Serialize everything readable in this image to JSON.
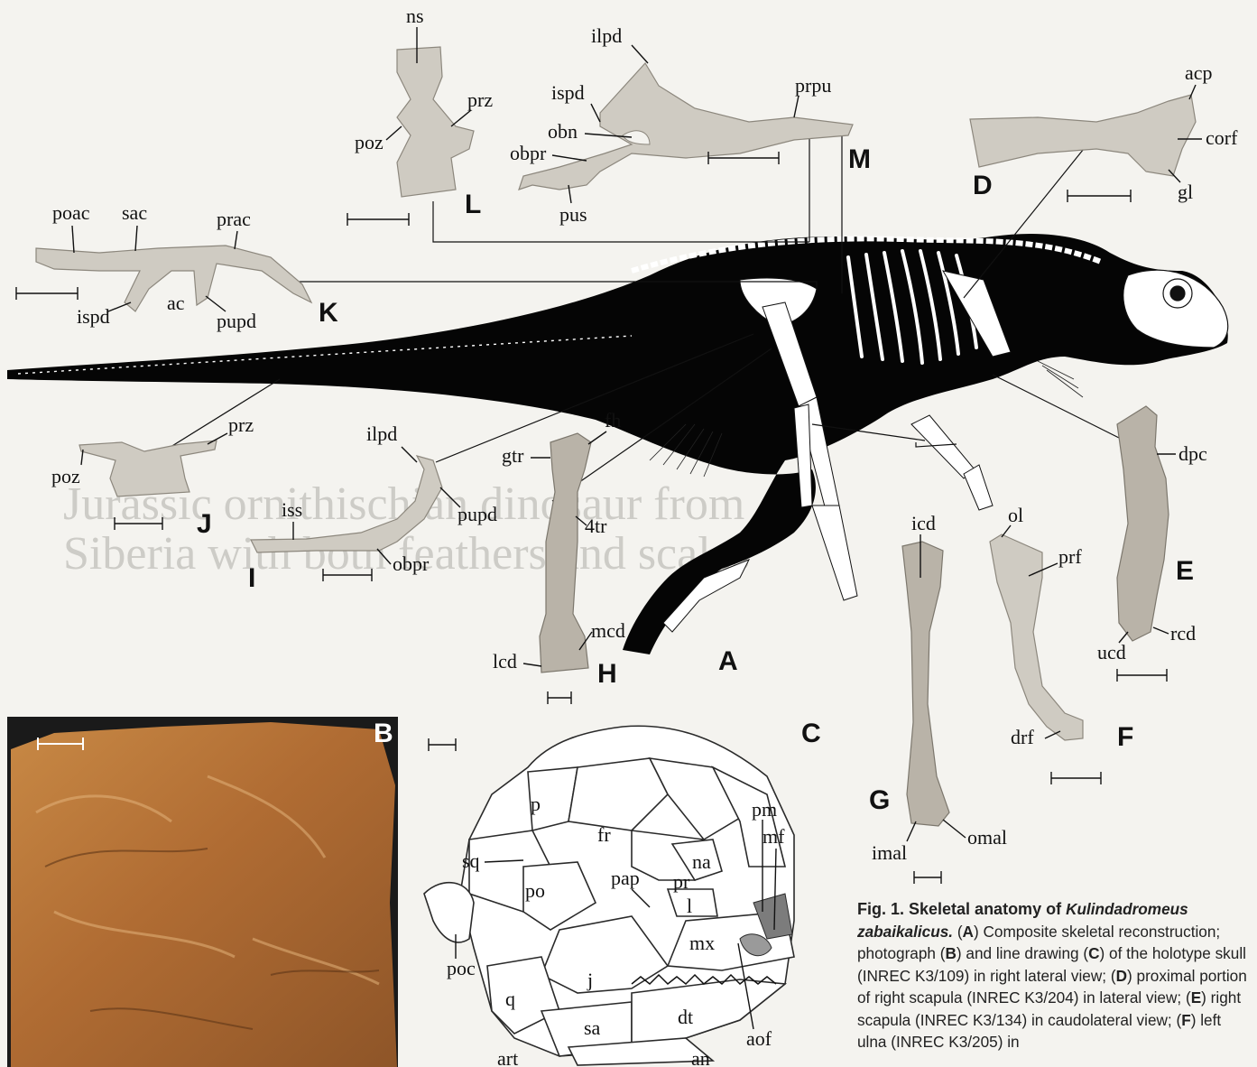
{
  "background_text": {
    "headline_1": "Jurassic ornithischian dinosaur from",
    "headline_2": "Siberia with both feathers and scales"
  },
  "panels": {
    "A": "A",
    "B": "B",
    "C": "C",
    "D": "D",
    "E": "E",
    "F": "F",
    "G": "G",
    "H": "H",
    "I": "I",
    "J": "J",
    "K": "K",
    "L": "L",
    "M": "M"
  },
  "labels": {
    "L": {
      "ns": "ns",
      "prz": "prz",
      "poz": "poz"
    },
    "M": {
      "ilpd": "ilpd",
      "ispd": "ispd",
      "prpu": "prpu",
      "obn": "obn",
      "obpr": "obpr",
      "pus": "pus"
    },
    "D": {
      "acp": "acp",
      "corf": "corf",
      "gl": "gl"
    },
    "K": {
      "poac": "poac",
      "sac": "sac",
      "prac": "prac",
      "ispd": "ispd",
      "ac": "ac",
      "pupd": "pupd"
    },
    "J": {
      "prz": "prz",
      "poz": "poz"
    },
    "I": {
      "ilpd": "ilpd",
      "pupd": "pupd",
      "iss": "iss",
      "obpr": "obpr"
    },
    "H": {
      "fh": "fh",
      "gtr": "gtr",
      "4tr": "4tr",
      "mcd": "mcd",
      "lcd": "lcd"
    },
    "E": {
      "dpc": "dpc",
      "rcd": "rcd",
      "ucd": "ucd"
    },
    "F": {
      "ol": "ol",
      "prf": "prf",
      "drf": "drf"
    },
    "G": {
      "icd": "icd",
      "imal": "imal",
      "omal": "omal"
    },
    "C": {
      "p": "p",
      "fr": "fr",
      "pm": "pm",
      "mf": "mf",
      "sq": "sq",
      "na": "na",
      "po": "po",
      "pap": "pap",
      "pr": "pr",
      "l": "l",
      "poc": "poc",
      "mx": "mx",
      "j": "j",
      "q": "q",
      "sa": "sa",
      "dt": "dt",
      "art": "art",
      "an": "an",
      "aof": "aof"
    }
  },
  "caption": {
    "title": "Fig. 1. Skeletal anatomy of ",
    "species": "Kulindadromeus zabaikalicus.",
    "parts": [
      {
        "k": "A",
        "t": " Composite skeletal reconstruction; photograph "
      },
      {
        "k": "B",
        "t": " and line drawing "
      },
      {
        "k": "C",
        "t": " of the holotype skull (INREC K3/109) in right lateral view; "
      },
      {
        "k": "D",
        "t": " proximal portion of right scapula (INREC K3/204) in lateral view; "
      },
      {
        "k": "E",
        "t": " right scapula (INREC K3/134) in caudolateral view; "
      },
      {
        "k": "F",
        "t": " left ulna (INREC K3/205) in"
      }
    ]
  },
  "colors": {
    "background": "#f4f3ef",
    "bone": "#cfcbc2",
    "photo": "#b4733a",
    "silhouette": "#050505"
  }
}
